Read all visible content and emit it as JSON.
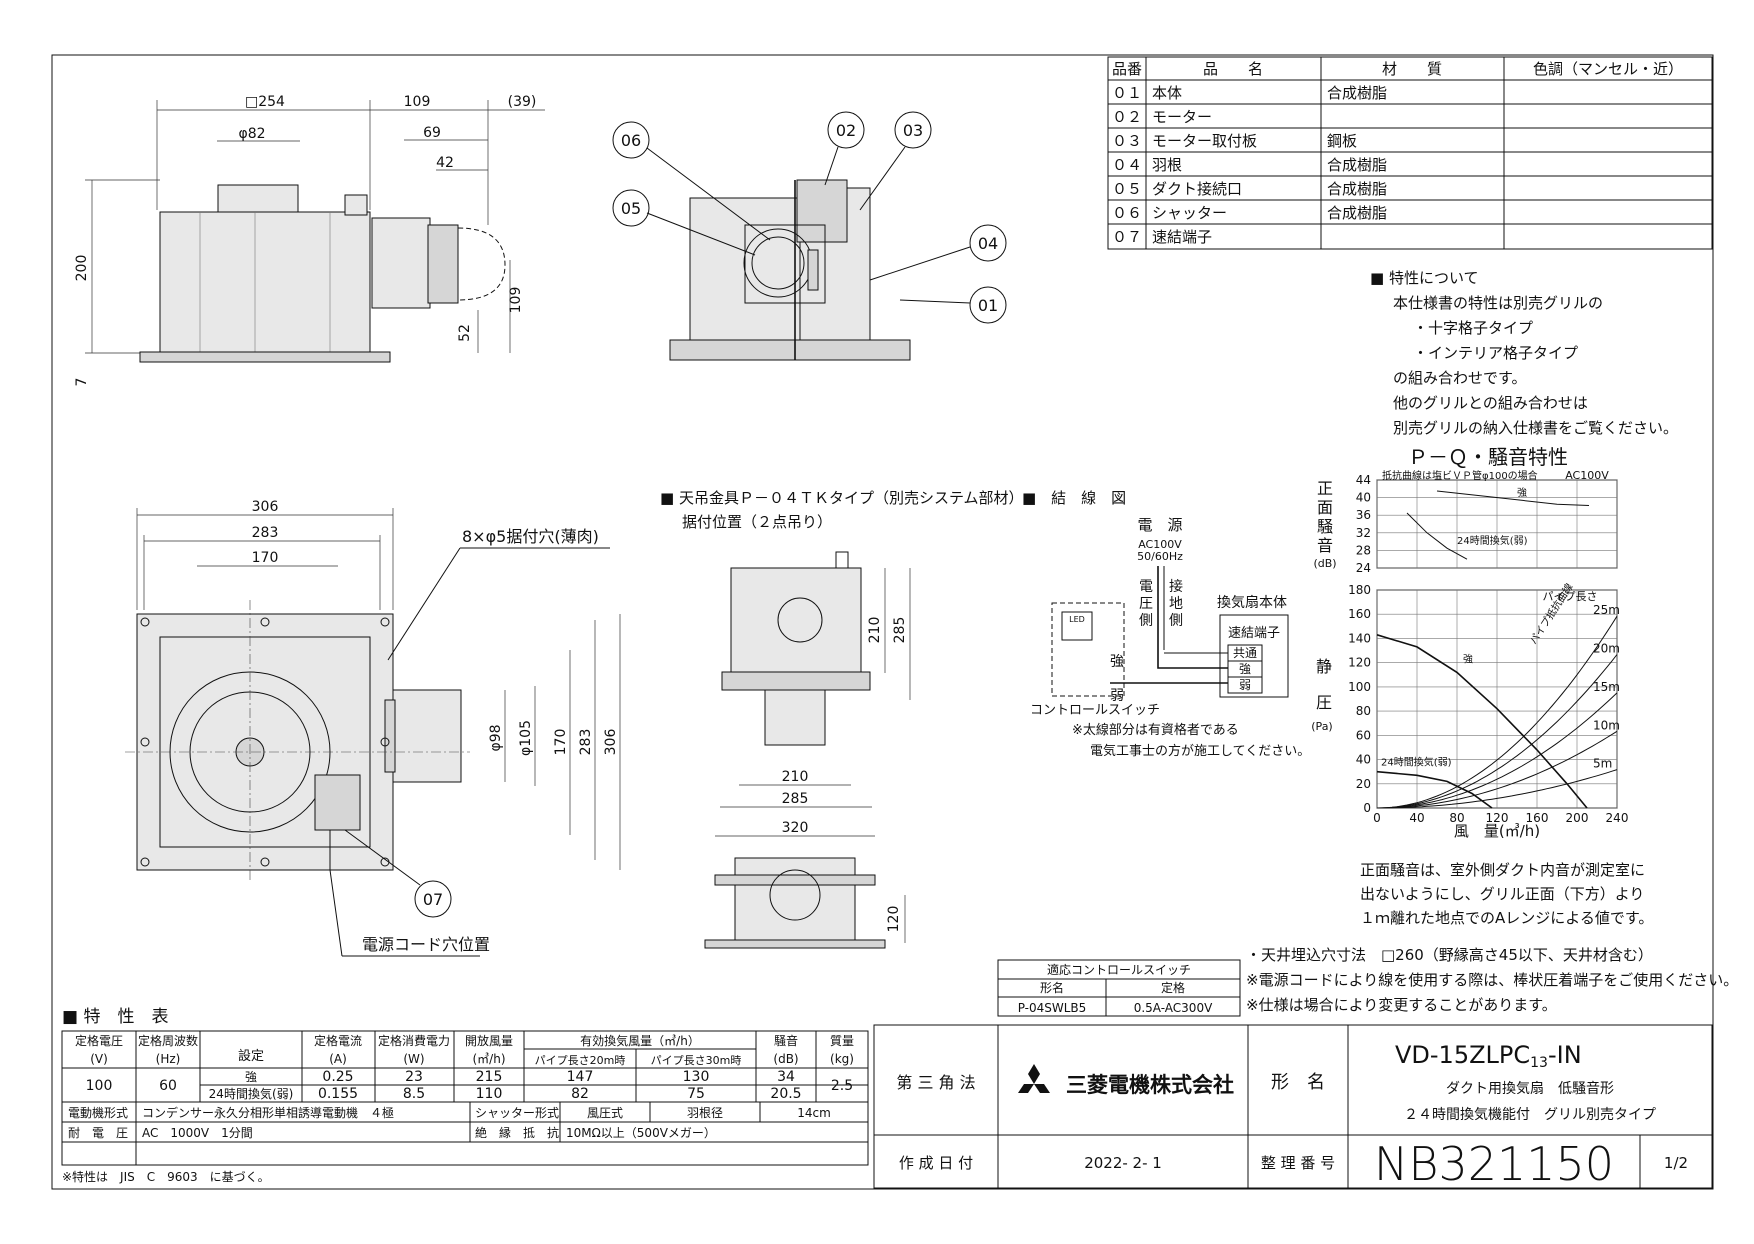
{
  "parts_table": {
    "headers": [
      "品番",
      "品　　名",
      "材　　質",
      "色調（マンセル・近）"
    ],
    "rows": [
      [
        "０１",
        "本体",
        "合成樹脂",
        ""
      ],
      [
        "０２",
        "モーター",
        "",
        ""
      ],
      [
        "０３",
        "モーター取付板",
        "鋼板",
        ""
      ],
      [
        "０４",
        "羽根",
        "合成樹脂",
        ""
      ],
      [
        "０５",
        "ダクト接続口",
        "合成樹脂",
        ""
      ],
      [
        "０６",
        "シャッター",
        "合成樹脂",
        ""
      ],
      [
        "０７",
        "速結端子",
        "",
        ""
      ]
    ]
  },
  "characteristics_note": {
    "heading": "■ 特性について",
    "lines": [
      "本仕様書の特性は別売グリルの",
      "・十字格子タイプ",
      "・インテリア格子タイプ",
      "の組み合わせです。",
      "他のグリルとの組み合わせは",
      "別売グリルの納入仕様書をご覧ください。"
    ]
  },
  "chart_data": {
    "type": "line",
    "title": "Ｐ－Ｑ・騒音特性",
    "xlabel": "風　量(㎥/h)",
    "x_ticks": [
      0,
      40,
      80,
      120,
      160,
      200,
      240
    ],
    "xlim": [
      0,
      240
    ],
    "noise": {
      "ylabel": [
        "正",
        "面",
        "騒",
        "音"
      ],
      "unit": "(dB)",
      "ylim": [
        24,
        44
      ],
      "y_ticks": [
        24,
        28,
        32,
        36,
        40,
        44
      ],
      "note": "抵抗曲線は塩ビＶＰ管φ100の場合",
      "power_label": "AC100V",
      "series": [
        {
          "name": "強",
          "points": [
            [
              60,
              41.5
            ],
            [
              100,
              40.5
            ],
            [
              140,
              39.5
            ],
            [
              180,
              38.5
            ],
            [
              212,
              38.2
            ]
          ]
        },
        {
          "name": "24時間換気(弱)",
          "points": [
            [
              30,
              36.5
            ],
            [
              50,
              32
            ],
            [
              70,
              28.5
            ],
            [
              90,
              26
            ]
          ]
        }
      ]
    },
    "pressure": {
      "ylabel": [
        "静",
        "圧"
      ],
      "unit": "(Pa)",
      "ylim": [
        0,
        180
      ],
      "y_ticks": [
        0,
        20,
        40,
        60,
        80,
        100,
        120,
        140,
        160,
        180
      ],
      "series": [
        {
          "name": "強",
          "points": [
            [
              0,
              143
            ],
            [
              40,
              133
            ],
            [
              80,
              112
            ],
            [
              120,
              82
            ],
            [
              160,
              48
            ],
            [
              190,
              20
            ],
            [
              210,
              0
            ]
          ]
        },
        {
          "name": "24時間換気(弱)",
          "points": [
            [
              0,
              30
            ],
            [
              40,
              27
            ],
            [
              70,
              22
            ],
            [
              95,
              12
            ],
            [
              115,
              0
            ]
          ]
        }
      ],
      "resistance_curves": [
        {
          "name": "5m",
          "k": 0.00055
        },
        {
          "name": "10m",
          "k": 0.0011
        },
        {
          "name": "15m",
          "k": 0.00165
        },
        {
          "name": "20m",
          "k": 0.0022
        },
        {
          "name": "25m",
          "k": 0.00275
        }
      ],
      "pipe_label": "パイプ長さ",
      "resistance_label": "パイプ抵抗曲線"
    }
  },
  "chart_note": [
    "正面騒音は、室外側ダクト内音が測定室に",
    "出ないようにし、グリル正面（下方）より",
    "１ｍ離れた地点でのAレンジによる値です。"
  ],
  "drawing_labels": {
    "front_dims": [
      "□254",
      "109",
      "(39)",
      "φ82",
      "69",
      "42",
      "200",
      "109",
      "52",
      "7"
    ],
    "bottom_dims": [
      "306",
      "283",
      "170",
      "φ98",
      "φ105",
      "170",
      "283",
      "306"
    ],
    "holes_label": "8×φ5据付穴(薄肉)",
    "cord_label": "電源コード穴位置",
    "part_balloons": [
      "06",
      "05",
      "02",
      "03",
      "04",
      "01",
      "07"
    ],
    "hanger_title": "■ 天吊金具Ｐ－０４ＴＫタイプ（別売システム部材）",
    "hanger_sub": "据付位置（２点吊り）",
    "hanger_dims": [
      "210",
      "285",
      "210",
      "285",
      "320",
      "120"
    ]
  },
  "wiring": {
    "title": "■　結　線　図",
    "power": "電　源",
    "power_spec": [
      "AC100V",
      "50/60Hz"
    ],
    "live": [
      "電",
      "圧",
      "側"
    ],
    "ground": [
      "接",
      "地",
      "側"
    ],
    "body_label": "換気扇本体",
    "terminal_label": "速結端子",
    "terminals": [
      "共通",
      "強",
      "弱"
    ],
    "switch_labels": [
      "強",
      "弱"
    ],
    "switch_name": "コントロールスイッチ",
    "note": [
      "※太線部分は有資格者である",
      "電気工事士の方が施工してください。"
    ],
    "led_label": "LED"
  },
  "switch_table": {
    "title": "適応コントロールスイッチ",
    "headers": [
      "形名",
      "定格"
    ],
    "values": [
      "P-04SWLB5",
      "0.5A-AC300V"
    ]
  },
  "install_notes": [
    "・天井埋込穴寸法　□260（野縁高さ45以下、天井材含む）",
    "※電源コードにより線を使用する際は、棒状圧着端子をご使用ください。",
    "※仕様は場合により変更することがあります。"
  ],
  "spec_table": {
    "title": "■ 特　性　表",
    "headers": {
      "voltage": [
        "定格電圧",
        "(V)"
      ],
      "frequency": [
        "定格周波数",
        "(Hz)"
      ],
      "setting": "設定",
      "current": [
        "定格電流",
        "(A)"
      ],
      "power": [
        "定格消費電力",
        "(W)"
      ],
      "airflow_open": [
        "開放風量",
        "(㎥/h)"
      ],
      "airflow_eff": "有効換気風量（㎥/h）",
      "pipe20": "パイプ長さ20m時",
      "pipe30": "パイプ長さ30m時",
      "noise": [
        "騒音",
        "(dB)"
      ],
      "mass": [
        "質量",
        "(kg)"
      ]
    },
    "voltage": "100",
    "frequency": "60",
    "rows": [
      {
        "setting": "強",
        "current": "0.25",
        "power": "23",
        "open": "215",
        "p20": "147",
        "p30": "130",
        "noise": "34"
      },
      {
        "setting": "24時間換気(弱)",
        "current": "0.155",
        "power": "8.5",
        "open": "110",
        "p20": "82",
        "p30": "75",
        "noise": "20.5"
      }
    ],
    "mass": "2.5",
    "motor_label": "電動機形式",
    "motor_value": "コンデンサー永久分相形単相誘導電動機　４極",
    "shutter_label": "シャッター形式",
    "shutter_value": "風圧式",
    "blade_label": "羽根径",
    "blade_value": "14cm",
    "withstand_label": "耐　電　圧",
    "withstand_value": "AC　1000V　1分間",
    "insulation_label": "絶　縁　抵　抗",
    "insulation_value": "10MΩ以上（500Vメガー）",
    "footnote": "※特性は　JIS　C　9603　に基づく。"
  },
  "title_block": {
    "projection": "第 三 角 法",
    "company": "三菱電機株式会社",
    "model_label": "形　名",
    "model_main": "VD-15ZLPC",
    "model_sub": "13",
    "model_suffix": "-IN",
    "product_line1": "ダクト用換気扇　低騒音形",
    "product_line2": "２４時間換気機能付　グリル別売タイプ",
    "date_label": "作 成 日 付",
    "date": "2022- 2- 1",
    "number_label": "整 理 番 号",
    "number": "NB321150",
    "page": "1/2"
  }
}
